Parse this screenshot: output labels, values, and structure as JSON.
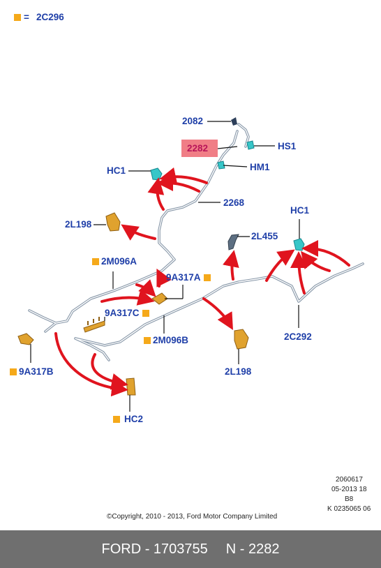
{
  "legend": {
    "equals": "=",
    "code": "2C296"
  },
  "parts": {
    "p2082": "2082",
    "p2282": "2282",
    "hs1": "HS1",
    "hm1": "HM1",
    "hc1_left": "HC1",
    "hc1_right": "HC1",
    "p2268": "2268",
    "p2l198_left": "2L198",
    "p2l455": "2L455",
    "p2m096a": "2M096A",
    "p9a317a": "9A317A",
    "p9a317c": "9A317C",
    "p2m096b": "2M096B",
    "p2c292": "2C292",
    "p9a317b": "9A317B",
    "p2l198_bottom": "2L198",
    "hc2": "HC2"
  },
  "info": {
    "line1": "2060617",
    "line2": "05-2013 18",
    "line3": "B8",
    "line4": "K 0235065 06"
  },
  "copyright": "©Copyright, 2010 - 2013, Ford Motor Company Limited",
  "footer": {
    "left": "FORD - 1703755",
    "right": "N - 2282"
  },
  "colors": {
    "label": "#1f3fa8",
    "marker": "#f5a91a",
    "highlight": "#f07e86",
    "arrow": "#e0141e",
    "footer_bg": "#6f6f6f"
  }
}
